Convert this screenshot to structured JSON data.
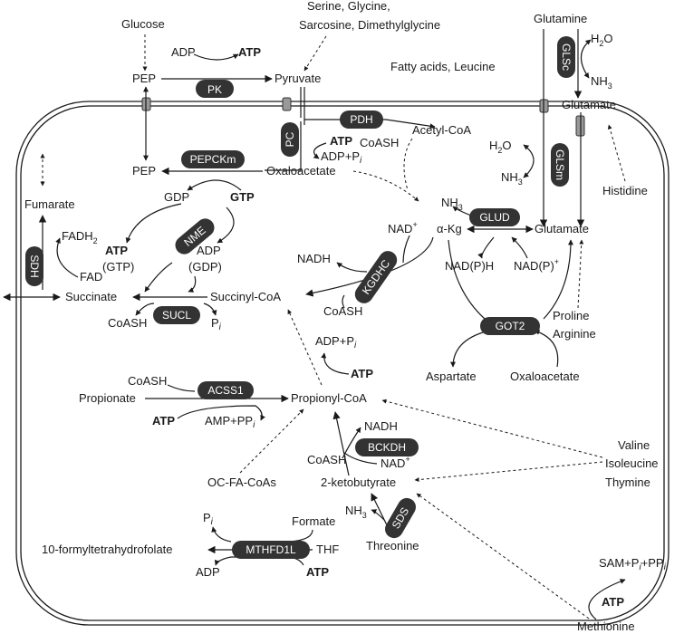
{
  "metabolites": {
    "glucose": "Glucose",
    "serine_group_1": "Serine, Glycine,",
    "serine_group_2": "Sarcosine, Dimethylglycine",
    "glutamine": "Glutamine",
    "h2o_top": "H",
    "h2o_top_sub": "2",
    "h2o_top_o": "O",
    "nh3_top": "NH",
    "nh3_top_sub": "3",
    "glutamate_top": "Glutamate",
    "fatty_acids": "Fatty acids, Leucine",
    "adp_pk": "ADP",
    "atp_pk": "ATP",
    "pep_out": "PEP",
    "pyruvate": "Pyruvate",
    "acetyl_coa": "Acetyl-CoA",
    "coash_pdh": "CoASH",
    "atp_pc": "ATP",
    "adp_pi_pc": "ADP+P",
    "pi_sub_i": "i",
    "pep_in": "PEP",
    "oxaloacetate": "Oxaloacetate",
    "gdp": "GDP",
    "gtp": "GTP",
    "h2o_in": "H",
    "h2o_in_sub": "2",
    "h2o_in_o": "O",
    "nh3_in": "NH",
    "nh3_in_sub": "3",
    "histidine": "Histidine",
    "fumarate": "Fumarate",
    "fadh2": "FADH",
    "fadh2_sub": "2",
    "fad": "FAD",
    "nh3_glud": "NH",
    "nh3_glud_sub": "3",
    "nad_plus": "NAD",
    "nad_plus_sup": "+",
    "alpha_kg": "α-Kg",
    "glutamate_in": "Glutamate",
    "nadh_kgdhc": "NADH",
    "atp_gtp": "ATP",
    "gtp_paren": "(GTP)",
    "adp_gdp": "ADP",
    "gdp_paren": "(GDP)",
    "nadph": "NAD(P)H",
    "nadp_plus": "NAD(P)",
    "nadp_plus_sup": "+",
    "succinate": "Succinate",
    "succinyl_coa": "Succinyl-CoA",
    "coash_sucl": "CoASH",
    "pi_sucl": "P",
    "coash_kgdhc": "CoASH",
    "proline": "Proline",
    "arginine": "Arginine",
    "adp_pi_prop": "ADP+P",
    "atp_prop": "ATP",
    "aspartate": "Aspartate",
    "oxaloacetate_got": "Oxaloacetate",
    "coash_acss": "CoASH",
    "propionate": "Propionate",
    "propionyl_coa": "Propionyl-CoA",
    "atp_acss": "ATP",
    "amp_ppi": "AMP+PP",
    "nadh_bck": "NADH",
    "coash_bck": "CoASH",
    "nad_bck": "NAD",
    "nad_bck_sup": "+",
    "valine": "Valine",
    "isoleucine": "Isoleucine",
    "thymine": "Thymine",
    "oc_fa_coas": "OC-FA-CoAs",
    "ketobutyrate": "2-ketobutyrate",
    "pi_mth": "P",
    "formate": "Formate",
    "nh3_sds": "NH",
    "nh3_sds_sub": "3",
    "formyl_thf": "10-formyltetrahydrofolate",
    "thf": "THF",
    "threonine": "Threonine",
    "adp_mth": "ADP",
    "atp_mth": "ATP",
    "sam": "SAM+P",
    "sam_tail": "+PP",
    "atp_met": "ATP",
    "methionine": "Methionine"
  },
  "enzymes": {
    "pk": "PK",
    "pdh": "PDH",
    "pc": "PC",
    "pepckm": "PEPCKm",
    "glsc": "GLSc",
    "glsm": "GLSm",
    "nme": "NME",
    "glud": "GLUD",
    "sdh": "SDH",
    "kgdhc": "KGDHC",
    "sucl": "SUCL",
    "got2": "GOT2",
    "acss1": "ACSS1",
    "bckdh": "BCKDH",
    "sds": "SDS",
    "mthfd1l": "MTHFD1L"
  },
  "colors": {
    "enzyme_fill": "#333333",
    "enzyme_text": "#ffffff",
    "line": "#1a1a1a",
    "background": "#ffffff"
  }
}
